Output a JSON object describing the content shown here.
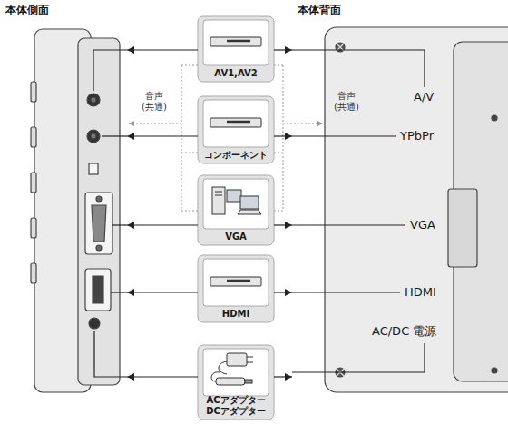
{
  "diagram": {
    "nodes": [
      {
        "text": [
          "本体側面"
        ]
      },
      {
        "text": [
          "本体背面"
        ]
      },
      {
        "text": [
          "AV1,AV2"
        ]
      },
      {
        "text": [
          "コンポーネント"
        ]
      },
      {
        "text": [
          "VGA"
        ]
      },
      {
        "text": [
          "HDMI"
        ]
      },
      {
        "text": [
          "ACアダプター DCアダプター"
        ]
      }
    ],
    "edges": [
      {
        "from": 2,
        "to": 0,
        "arrow": "to"
      },
      {
        "from": 2,
        "to": 1,
        "arrow": "to"
      },
      {
        "from": 3,
        "to": 0,
        "arrow": "to"
      },
      {
        "from": 3,
        "to": 1,
        "arrow": "to"
      },
      {
        "from": 4,
        "to": 0,
        "arrow": "to"
      },
      {
        "from": 4,
        "to": 1,
        "arrow": "to"
      },
      {
        "from": 5,
        "to": 0,
        "arrow": "to"
      },
      {
        "from": 5,
        "to": 1,
        "arrow": "to"
      },
      {
        "from": 6,
        "to": 0,
        "arrow": "to"
      },
      {
        "from": 6,
        "to": 1,
        "arrow": "to"
      }
    ],
    "labels": [
      "音声 (共通)",
      "音声 (共通)",
      "A/V",
      "YPbPr",
      "VGA",
      "HDMI",
      "AC/DC 電源"
    ]
  }
}
